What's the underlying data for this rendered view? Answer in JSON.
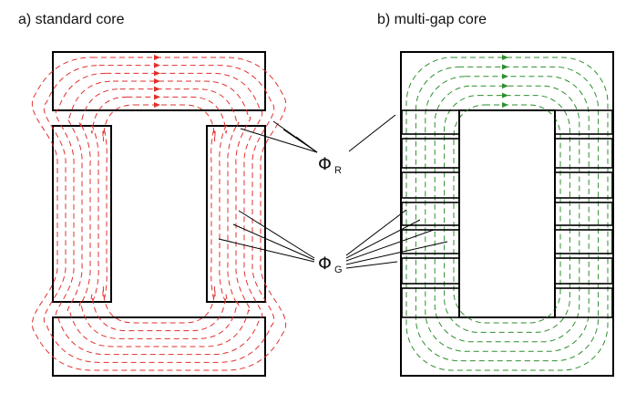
{
  "panel_a": {
    "title": "a) standard core"
  },
  "panel_b": {
    "title": "b) multi-gap core"
  },
  "labels": {
    "phi_r": {
      "symbol": "Φ",
      "subscript": "R"
    },
    "phi_g": {
      "symbol": "Φ",
      "subscript": "G"
    }
  },
  "colors": {
    "flux_standard": "#e0312e",
    "flux_multigap": "#2e8f2e",
    "core_outline": "#000000"
  }
}
